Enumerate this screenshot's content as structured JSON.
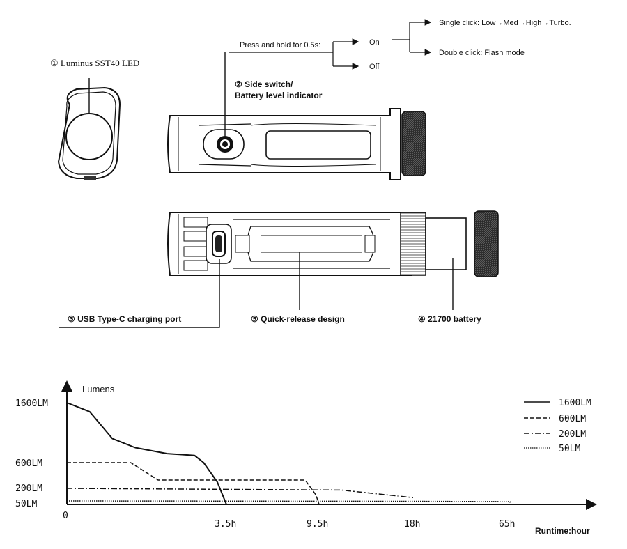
{
  "callouts": {
    "led": "① Luminus SST40 LED",
    "switch_line1": "② Side switch/",
    "switch_line2": "Battery level indicator",
    "usb": "③ USB Type-C charging port",
    "battery": "④ 21700 battery",
    "quick_release": "⑤ Quick-release design"
  },
  "operation": {
    "press_hold": "Press and hold for 0.5s:",
    "on": "On",
    "off": "Off",
    "single_click": "Single click: Low→Med→High→Turbo.",
    "double_click": "Double click: Flash mode"
  },
  "chart_data": {
    "type": "line",
    "ylabel": "Lumens",
    "xlabel": "Runtime:hour",
    "y_ticks": [
      "1600LM",
      "600LM",
      "200LM",
      "50LM"
    ],
    "x_ticks": [
      "0",
      "3.5h",
      "9.5h",
      "18h",
      "65h"
    ],
    "series": [
      {
        "name": "1600LM",
        "style": "solid",
        "points": [
          [
            0,
            1600
          ],
          [
            0.5,
            1450
          ],
          [
            1,
            1000
          ],
          [
            1.5,
            850
          ],
          [
            2.2,
            750
          ],
          [
            2.8,
            720
          ],
          [
            3.0,
            600
          ],
          [
            3.3,
            300
          ],
          [
            3.5,
            0
          ]
        ]
      },
      {
        "name": "600LM",
        "style": "dashed",
        "points": [
          [
            0,
            600
          ],
          [
            1.4,
            600
          ],
          [
            2.0,
            330
          ],
          [
            8.6,
            330
          ],
          [
            9.3,
            120
          ],
          [
            9.5,
            0
          ]
        ]
      },
      {
        "name": "200LM",
        "style": "dashdot",
        "points": [
          [
            0,
            200
          ],
          [
            11.5,
            180
          ],
          [
            18,
            90
          ]
        ]
      },
      {
        "name": "50LM",
        "style": "dotted",
        "points": [
          [
            0,
            50
          ],
          [
            18,
            45
          ],
          [
            65,
            40
          ],
          [
            65,
            0
          ]
        ]
      }
    ]
  }
}
